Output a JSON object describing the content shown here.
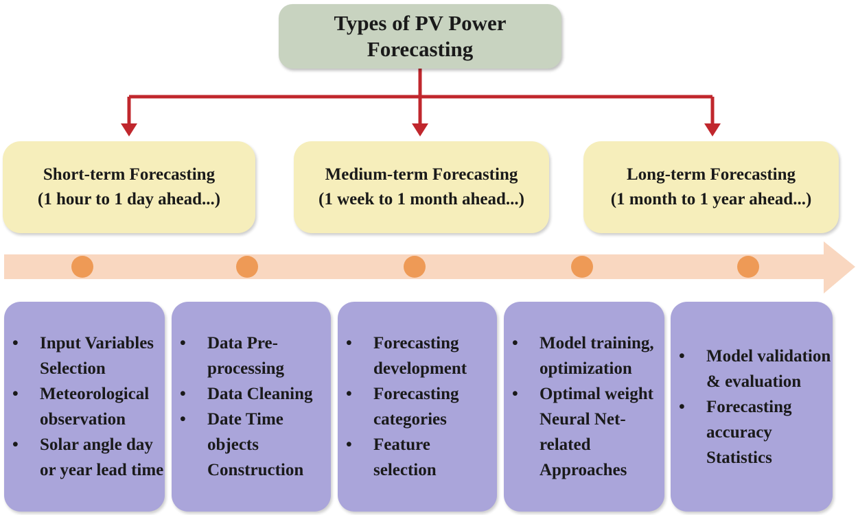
{
  "root": {
    "line1": "Types of PV Power",
    "line2": "Forecasting"
  },
  "terms": [
    {
      "title": "Short-term Forecasting",
      "range": "(1 hour to 1 day ahead...)"
    },
    {
      "title": "Medium-term Forecasting",
      "range": "(1 week to 1 month ahead...)"
    },
    {
      "title": "Long-term Forecasting",
      "range": "(1 month to 1 year ahead...)"
    }
  ],
  "steps": [
    {
      "items": [
        "Input Variables Selection",
        "Meteorological observation",
        "Solar angle day or year lead time"
      ]
    },
    {
      "items": [
        "Data Pre-processing",
        "Data Cleaning",
        "Date Time objects Construction"
      ]
    },
    {
      "items": [
        "Forecasting development",
        "Forecasting categories",
        "Feature selection"
      ]
    },
    {
      "items": [
        "Model training, optimization",
        "Optimal weight Neural Net-related Approaches"
      ]
    },
    {
      "items": [
        "Model validation & evaluation",
        "Forecasting accuracy Statistics"
      ]
    }
  ],
  "colors": {
    "connector": "#c0272d",
    "root_fill": "#c8d3c0",
    "term_fill": "#f6eebb",
    "timeline": "#f9d7c0",
    "timeline_dot": "#ee9a56",
    "step_fill": "#aaa5da"
  }
}
